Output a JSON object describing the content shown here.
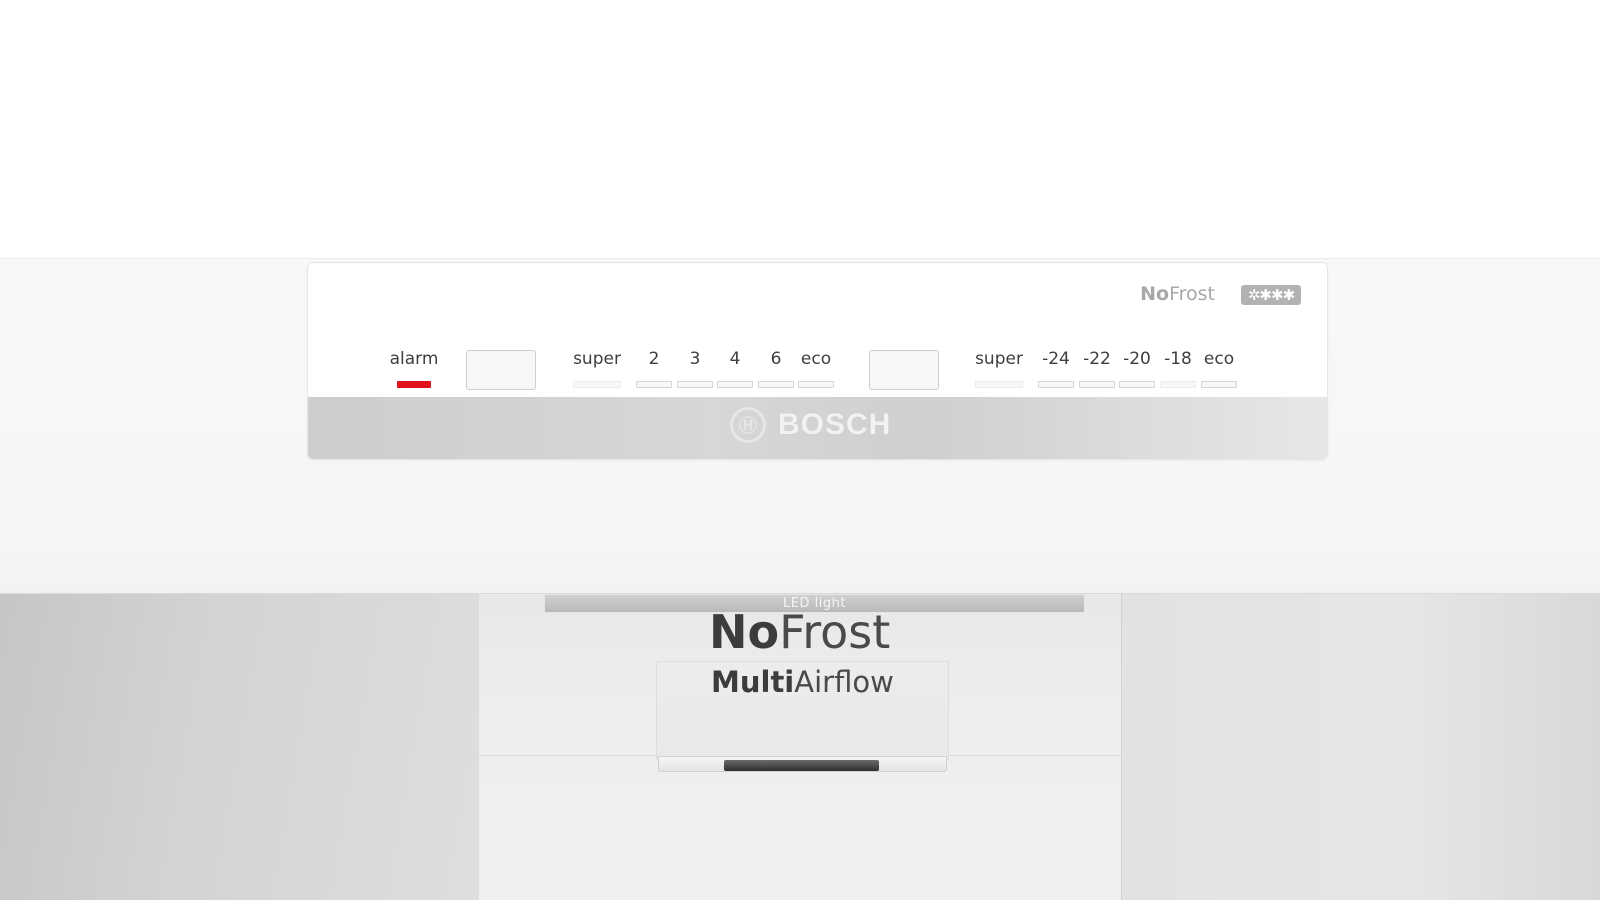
{
  "panel": {
    "badge_nofrost_bold": "No",
    "badge_nofrost_rest": "Frost",
    "star_rating": "✲✱✱✱",
    "alarm_label": "alarm",
    "fridge": {
      "super_label": "super",
      "levels": [
        "2",
        "3",
        "4",
        "6"
      ],
      "eco_label": "eco"
    },
    "freezer": {
      "super_label": "super",
      "levels": [
        "-24",
        "-22",
        "-20",
        "-18"
      ],
      "eco_label": "eco"
    },
    "brand_name": "BOSCH",
    "brand_logo_glyph": "Ⓗ"
  },
  "interior": {
    "led_label": "LED light",
    "nofrost_bold": "No",
    "nofrost_rest": "Frost",
    "multiairflow_bold": "Multi",
    "multiairflow_rest": "Airflow"
  },
  "colors": {
    "alarm_indicator": "#e1121a",
    "panel_strip": "#d0d0d0",
    "text_dark": "#3e3e3e",
    "text_light": "#a7a7a7"
  }
}
